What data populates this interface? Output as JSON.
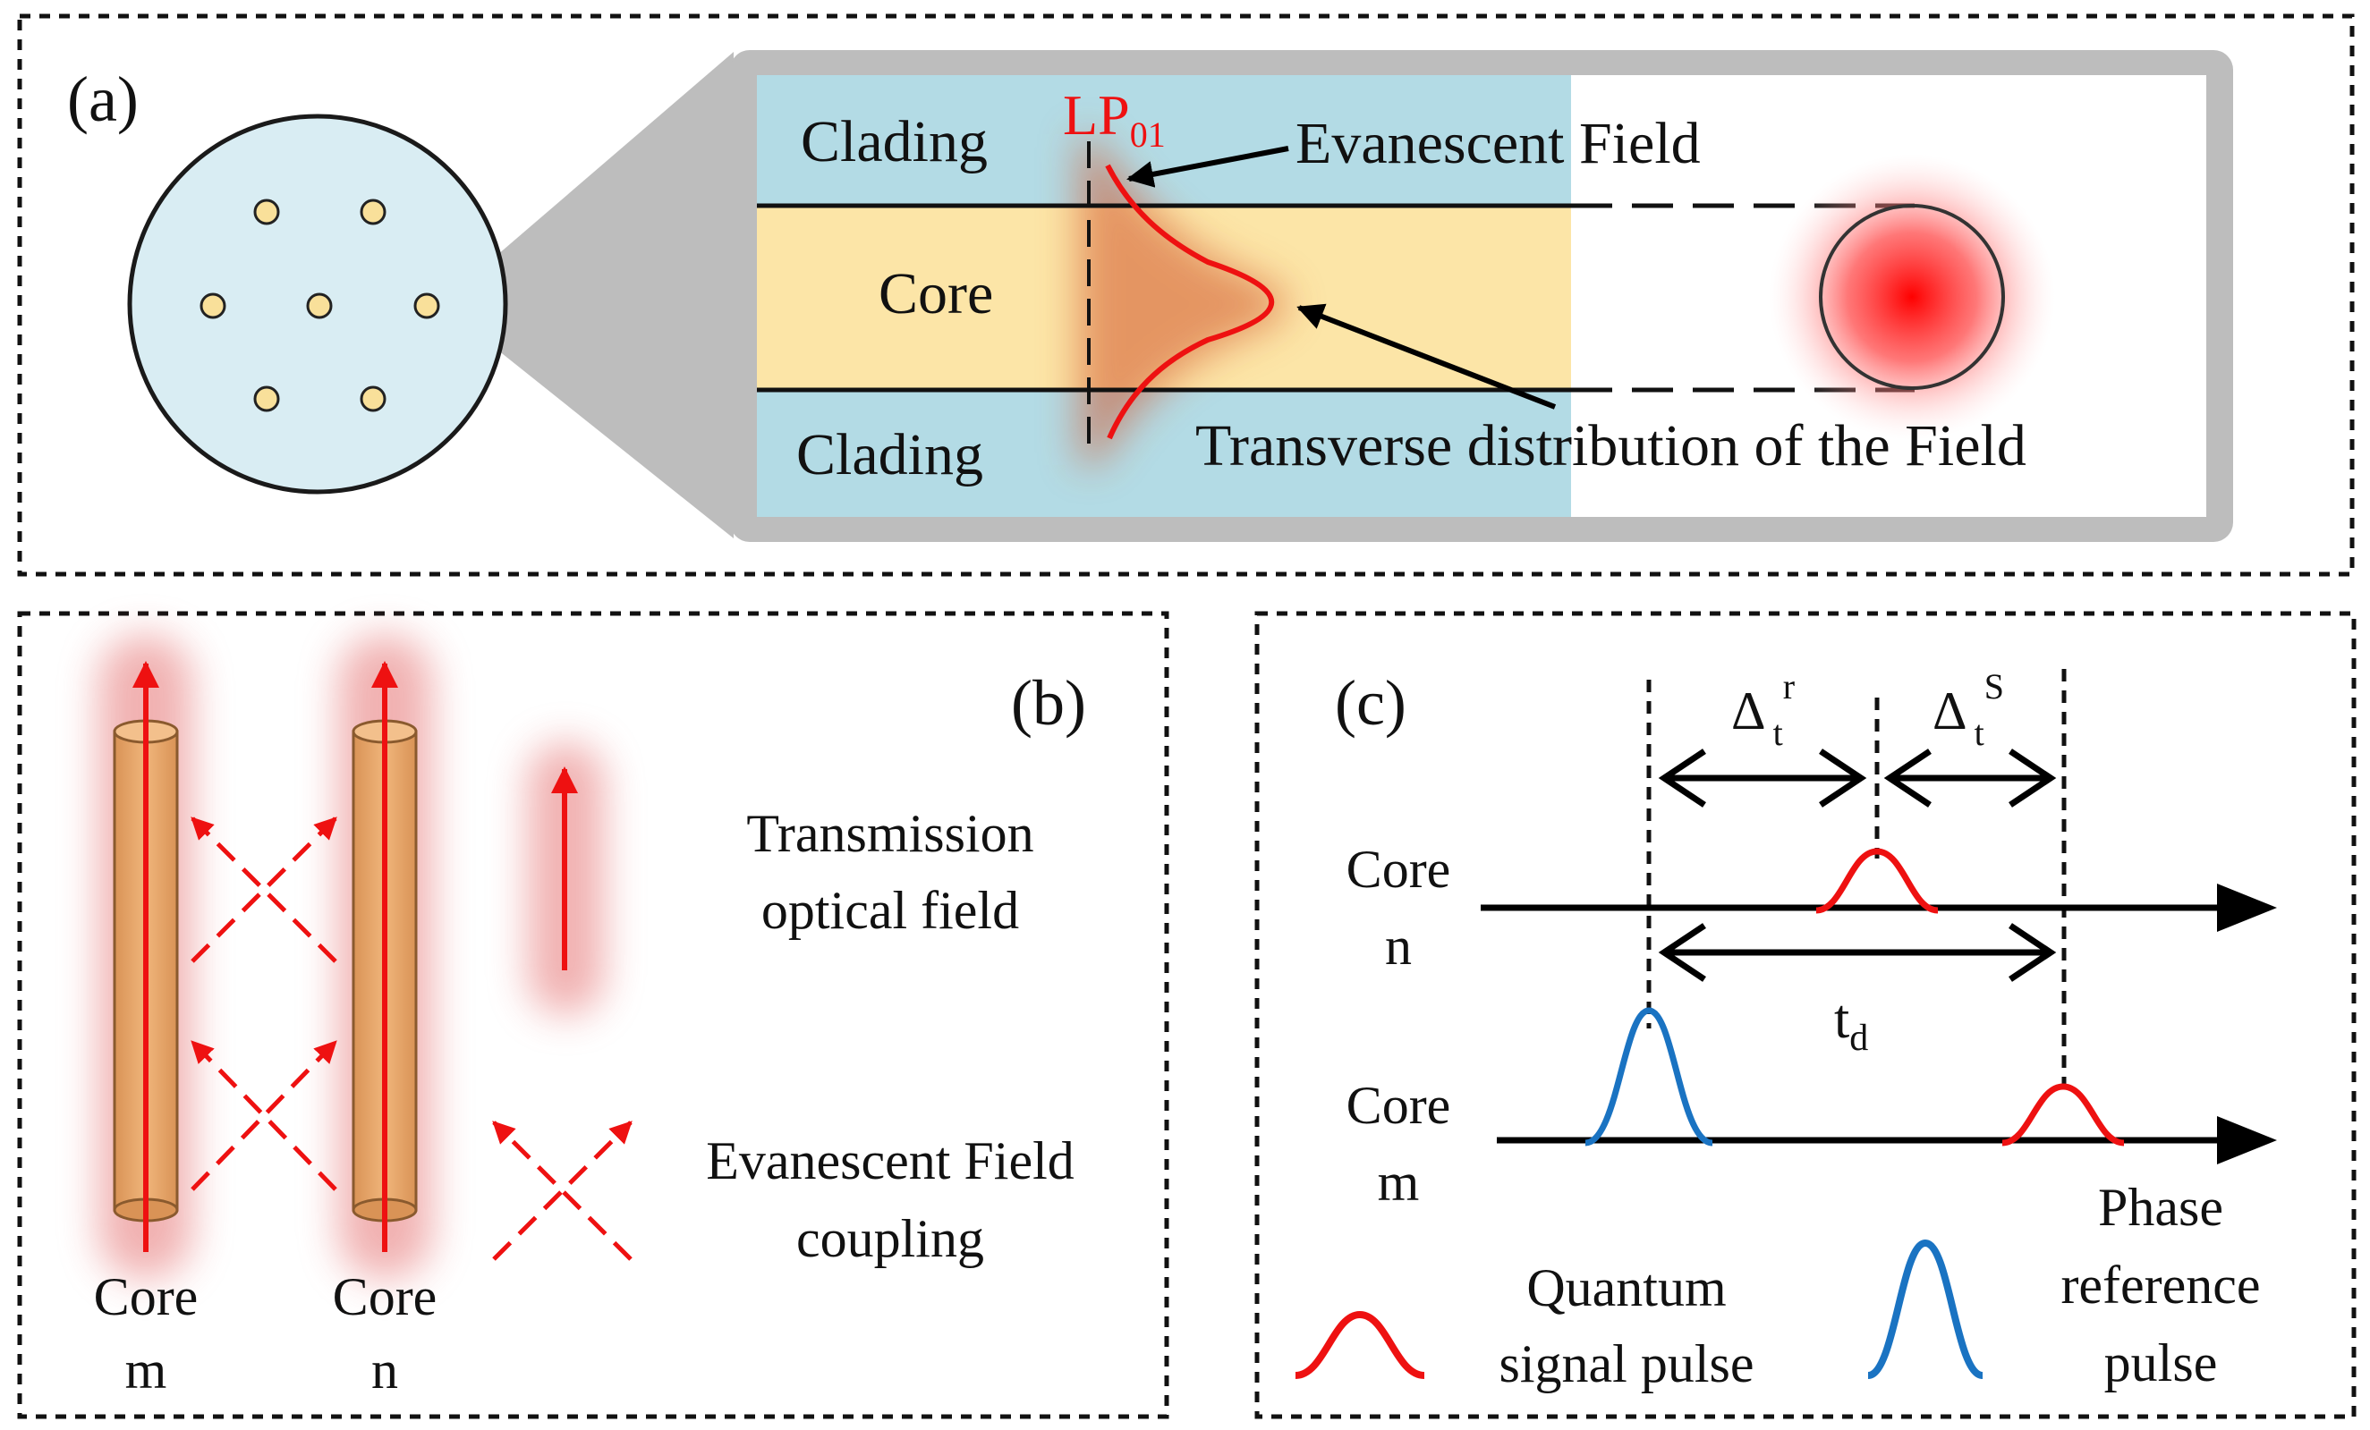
{
  "panel_a": {
    "label": "(a)",
    "cladding_top": "Clading",
    "cladding_bottom": "Clading",
    "core": "Core",
    "mode_label_main": "LP",
    "mode_label_sub": "01",
    "evanescent_label": "Evanescent Field",
    "transverse_label": "Transverse distribution of the Field"
  },
  "panel_b": {
    "label": "(b)",
    "core_m_line1": "Core",
    "core_m_line2": "m",
    "core_n_line1": "Core",
    "core_n_line2": "n",
    "legend_transmission_line1": "Transmission",
    "legend_transmission_line2": "optical field",
    "legend_coupling_line1": "Evanescent Field",
    "legend_coupling_line2": "coupling"
  },
  "panel_c": {
    "label": "(c)",
    "delta_symbol": "Δ",
    "delta_r_sub": "t",
    "delta_r_sup": "r",
    "delta_s_sub": "t",
    "delta_s_sup": "S",
    "td_main": "t",
    "td_sub": "d",
    "core_n_line1": "Core",
    "core_n_line2": "n",
    "core_m_line1": "Core",
    "core_m_line2": "m",
    "legend_quantum_line1": "Quantum",
    "legend_quantum_line2": "signal pulse",
    "legend_phase_line1": "Phase",
    "legend_phase_line2": "reference",
    "legend_phase_line3": "pulse"
  },
  "colors": {
    "red": "#ee1111",
    "blue": "#1a73c2",
    "cladding": "#b3dbe5",
    "core_fill": "#fce5a7",
    "fiber_face": "#d9edf3",
    "rod_fill": "#e8a96c",
    "frame_gray": "#bdbdbd"
  }
}
